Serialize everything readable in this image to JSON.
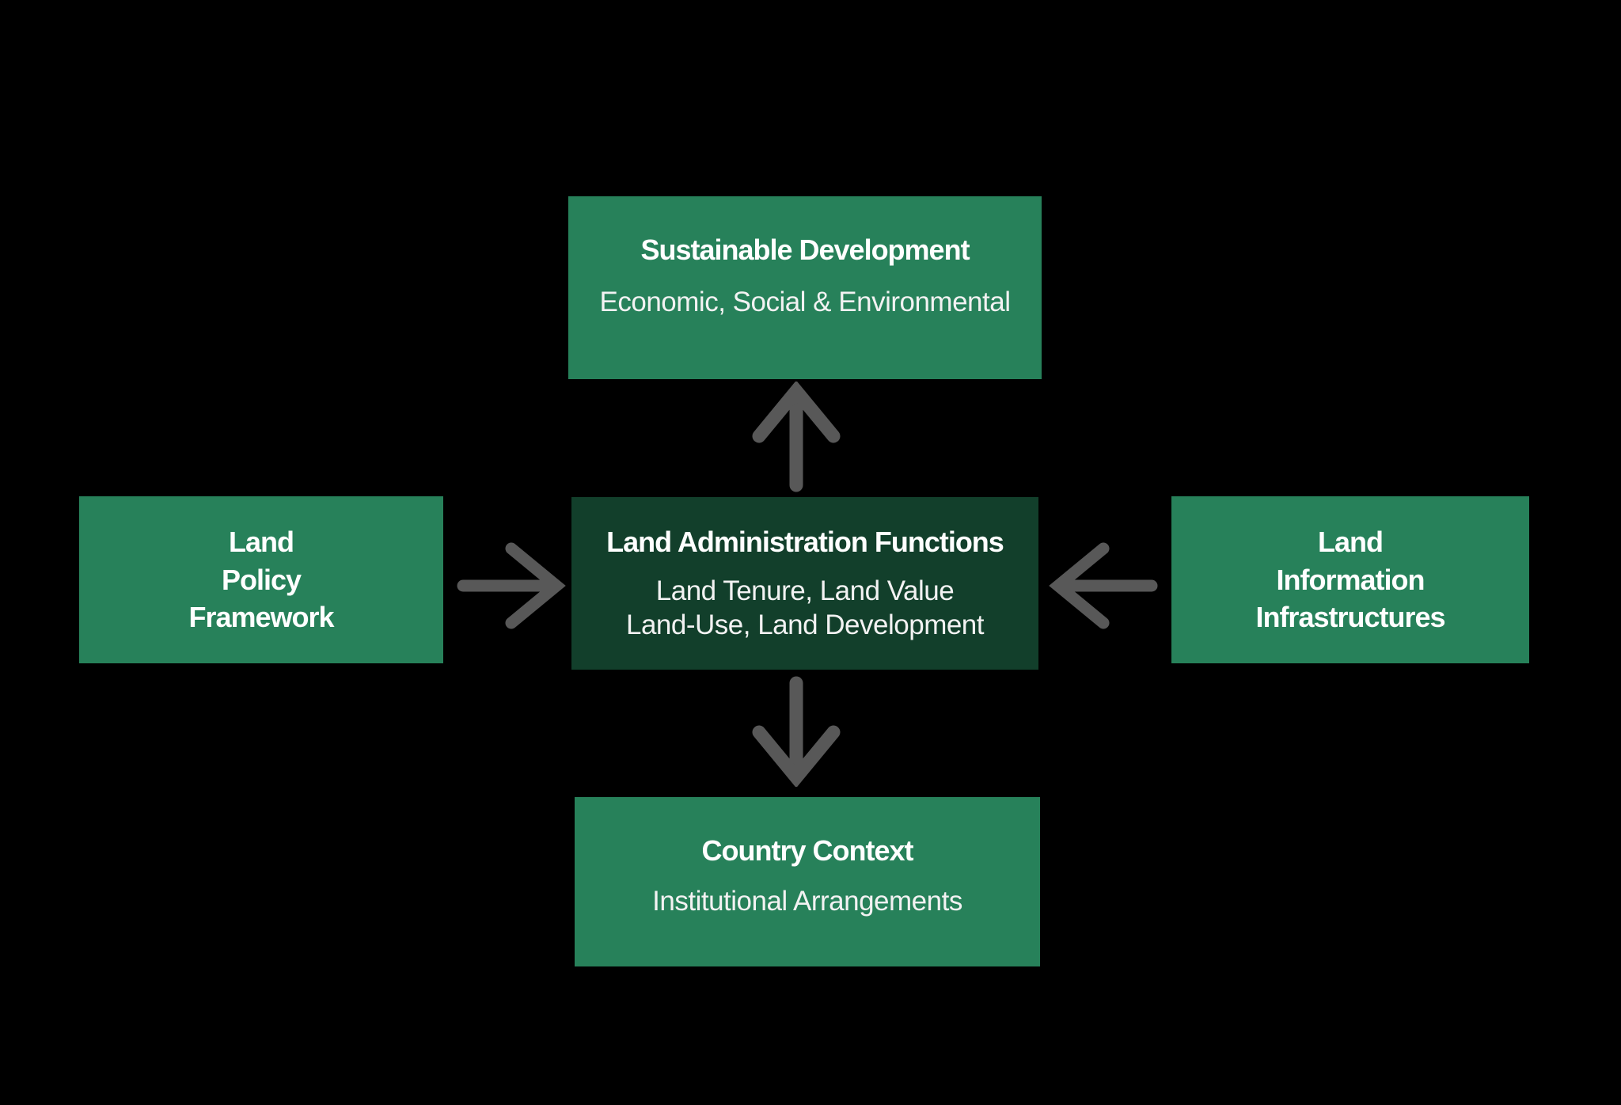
{
  "colors": {
    "background": "#000000",
    "box_green": "#27815A",
    "box_dark_green": "#123F2B",
    "arrow_gray": "#585858",
    "title_text": "#FFFFFF",
    "body_text": "#F2F2F2"
  },
  "boxes": {
    "sustainable_development": {
      "title": "Sustainable Development",
      "subtitle": "Economic, Social & Environmental"
    },
    "land_policy_framework": {
      "lines": [
        "Land",
        "Policy",
        "Framework"
      ]
    },
    "land_administration_functions": {
      "title": "Land Administration Functions",
      "body_lines": [
        "Land Tenure, Land Value",
        "Land-Use, Land Development"
      ]
    },
    "land_information_infrastructures": {
      "lines": [
        "Land",
        "Information",
        "Infrastructures"
      ]
    },
    "country_context": {
      "title": "Country Context",
      "subtitle": "Institutional Arrangements"
    }
  },
  "arrows": {
    "up": "land-administration-to-sustainable-development",
    "down": "land-administration-to-country-context",
    "right": "land-policy-framework-to-land-administration",
    "left": "land-information-infrastructures-to-land-administration"
  }
}
